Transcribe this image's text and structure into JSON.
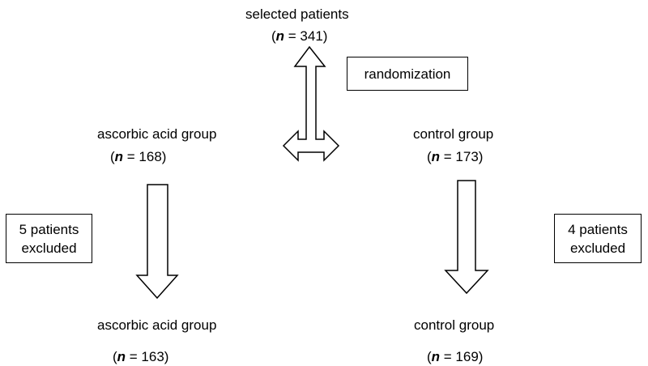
{
  "nodes": {
    "top": {
      "label": "selected patients",
      "n_symbol": "n",
      "n_rest": " = 341)",
      "n_open": "("
    },
    "left_mid": {
      "label": "ascorbic acid group",
      "n_symbol": "n",
      "n_rest": " = 168)",
      "n_open": "("
    },
    "right_mid": {
      "label": "control group",
      "n_symbol": "n",
      "n_rest": " = 173)",
      "n_open": "("
    },
    "left_bottom": {
      "label": "ascorbic acid group",
      "n_symbol": "n",
      "n_rest": " = 163)",
      "n_open": "("
    },
    "right_bottom": {
      "label": "control group",
      "n_symbol": "n",
      "n_rest": " = 169)",
      "n_open": "("
    }
  },
  "boxes": {
    "randomization": "randomization",
    "left_excluded": {
      "line1": "5 patients",
      "line2": "excluded"
    },
    "right_excluded": {
      "line1": "4 patients",
      "line2": "excluded"
    }
  },
  "colors": {
    "stroke": "#000000",
    "background": "#ffffff"
  }
}
